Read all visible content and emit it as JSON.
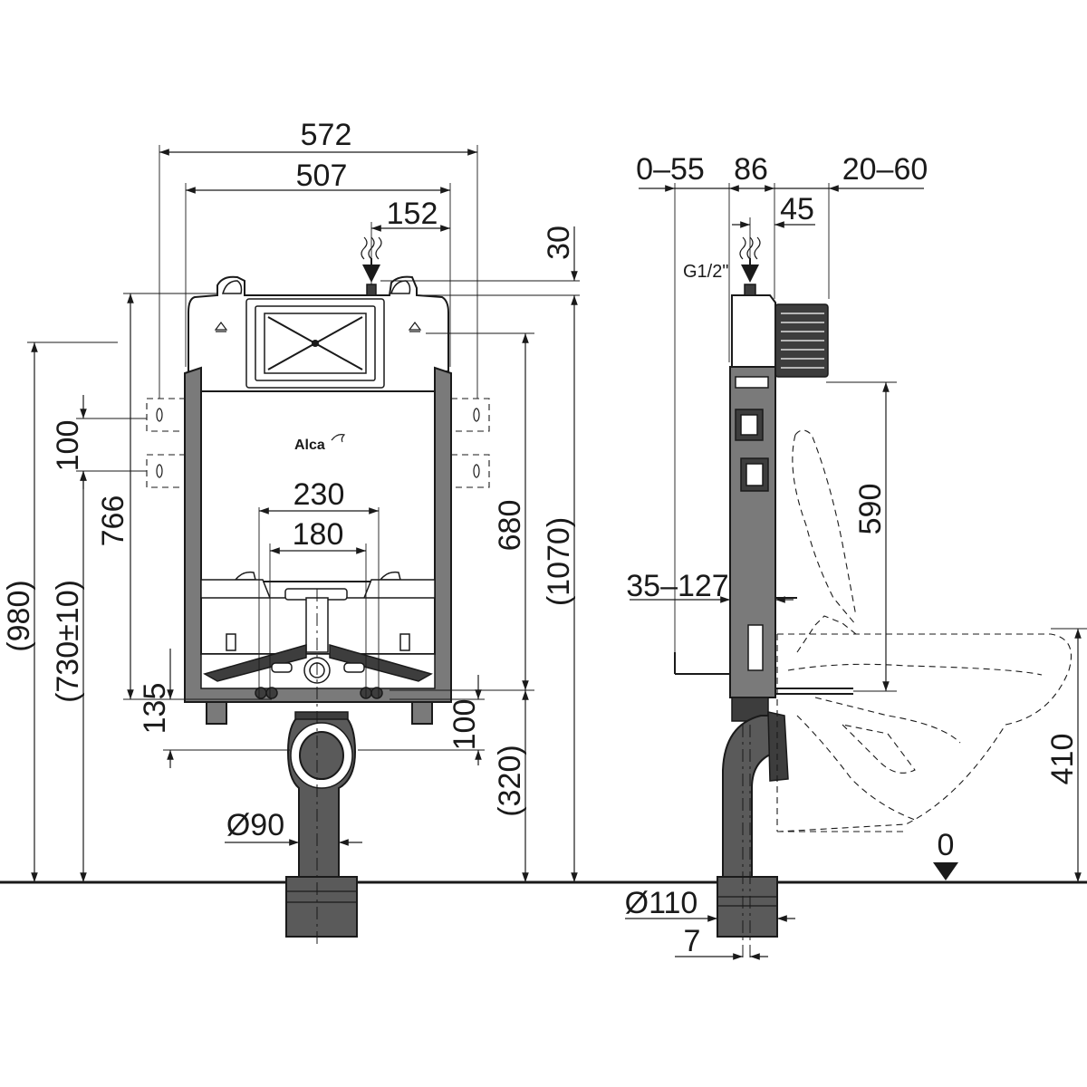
{
  "front_view": {
    "width_overall": "572",
    "width_frame": "507",
    "flush_offset": "152",
    "water_inlet_top": "30",
    "height_766": "766",
    "height_980": "(980)",
    "height_730": "(730±10)",
    "anchor_spacing": "100",
    "bolt_spacing_outer": "230",
    "bolt_spacing_inner": "180",
    "height_680": "680",
    "height_1070": "(1070)",
    "bottom_135": "135",
    "bottom_100": "100",
    "bottom_320": "(320)",
    "drain_diameter": "Ø90",
    "brand": "Alca"
  },
  "side_view": {
    "wall_gap": "0–55",
    "depth": "86",
    "connector_range": "20–60",
    "inlet_offset": "45",
    "inlet_thread": "G1/2\"",
    "studs_range": "35–127",
    "height_590": "590",
    "height_410": "410",
    "floor_level": "0",
    "outlet_diameter": "Ø110",
    "outlet_offset": "7"
  }
}
